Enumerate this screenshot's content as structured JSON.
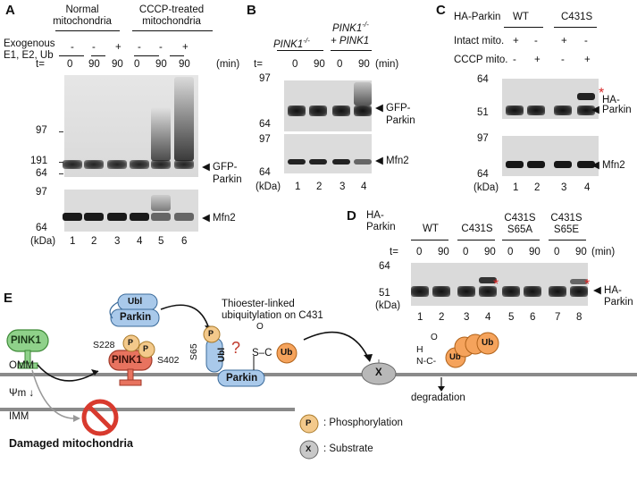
{
  "panels": {
    "A": "A",
    "B": "B",
    "C": "C",
    "D": "D",
    "E": "E"
  },
  "panelA": {
    "groups": [
      "Normal mitochondria",
      "CCCP-treated mitochondria"
    ],
    "group_lines": [
      [
        "Normal",
        "mitochondria"
      ],
      [
        "CCCP-treated",
        "mitochondria"
      ]
    ],
    "row_label": [
      "Exogenous",
      "E1, E2, Ub"
    ],
    "exo": [
      "-",
      "-",
      "+",
      "-",
      "-",
      "+"
    ],
    "t_label": "t=",
    "times": [
      "0",
      "90",
      "90",
      "0",
      "90",
      "90"
    ],
    "unit": "(min)",
    "mw_top": [
      "191",
      "97",
      "64"
    ],
    "mw_bottom": [
      "97",
      "64"
    ],
    "kda": "(kDa)",
    "arrow_top": [
      "GFP-",
      "Parkin"
    ],
    "arrow_bottom": "Mfn2",
    "lanes": [
      "1",
      "2",
      "3",
      "4",
      "5",
      "6"
    ]
  },
  "panelB": {
    "genotypes": [
      "PINK1",
      "PINK1"
    ],
    "sup": [
      "-/-",
      "-/-"
    ],
    "rescue": "+ PINK1",
    "t_label": "t=",
    "times": [
      "0",
      "90",
      "0",
      "90"
    ],
    "unit": "(min)",
    "mw_top": [
      "97",
      "64"
    ],
    "mw_bottom": [
      "97",
      "64"
    ],
    "kda": "(kDa)",
    "arrow_top": [
      "GFP-",
      "Parkin"
    ],
    "arrow_bottom": "Mfn2",
    "lanes": [
      "1",
      "2",
      "3",
      "4"
    ]
  },
  "panelC": {
    "protein": "HA-Parkin",
    "variants": [
      "WT",
      "C431S"
    ],
    "rows": [
      {
        "label": "Intact mito.",
        "signs": [
          "+",
          "-",
          "+",
          "-"
        ]
      },
      {
        "label": "CCCP mito.",
        "signs": [
          "-",
          "+",
          "-",
          "+"
        ]
      }
    ],
    "mw_top": [
      "64",
      "51"
    ],
    "mw_bottom": [
      "97",
      "64"
    ],
    "kda": "(kDa)",
    "arrow_top": [
      "HA-",
      "Parkin"
    ],
    "arrow_bottom": "Mfn2",
    "star": "*",
    "lanes": [
      "1",
      "2",
      "3",
      "4"
    ]
  },
  "panelD": {
    "protein": [
      "HA-",
      "Parkin"
    ],
    "variants": [
      [
        "WT"
      ],
      [
        "C431S"
      ],
      [
        "C431S",
        "S65A"
      ],
      [
        "C431S",
        "S65E"
      ]
    ],
    "t_label": "t=",
    "times": [
      "0",
      "90",
      "0",
      "90",
      "0",
      "90",
      "0",
      "90"
    ],
    "unit": "(min)",
    "mw": [
      "64",
      "51"
    ],
    "kda": "(kDa)",
    "arrow": [
      "HA-",
      "Parkin"
    ],
    "star": "*",
    "lanes": [
      "1",
      "2",
      "3",
      "4",
      "5",
      "6",
      "7",
      "8"
    ]
  },
  "panelE": {
    "pink1": "PINK1",
    "ubl": "Ubl",
    "parkin": "Parkin",
    "p": "P",
    "s228": "S228",
    "s402": "S402",
    "s65": "S65",
    "question": "?",
    "thioester": [
      "Thioester-linked",
      "ubiquitylation on C431"
    ],
    "sc": "S–C",
    "o": "O",
    "ub": "Ub",
    "hn": "H",
    "nc": "N-C-",
    "x": "X",
    "degradation": "degradation",
    "omm": "OMM",
    "imm": "IMM",
    "psi": "Ψm",
    "down": "↓",
    "damaged": "Damaged mitochondria",
    "legend_p": ": Phosphorylation",
    "legend_x": ": Substrate"
  },
  "colors": {
    "pink1_green": "#8fd18a",
    "pink1_red": "#e8735f",
    "parkin_blue": "#a9c9ea",
    "ub_orange": "#f5a35c",
    "phospho": "#f3c98b",
    "no_sign": "#d83a2e",
    "membrane": "#8a8a8a",
    "star": "#d92b2b"
  }
}
